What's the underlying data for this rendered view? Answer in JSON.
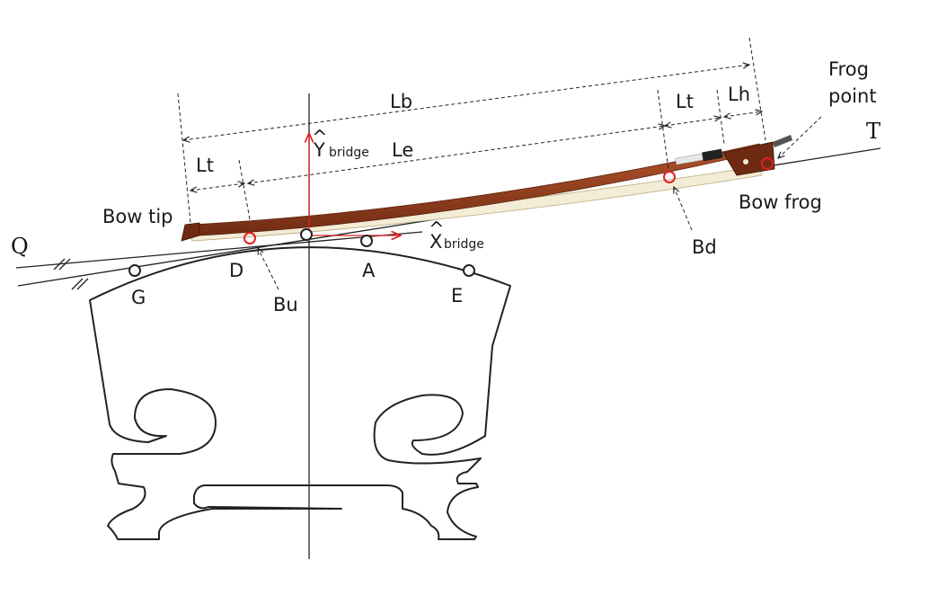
{
  "labels": {
    "lb": "Lb",
    "le": "Le",
    "lt_left": "Lt",
    "lt_right": "Lt",
    "lh": "Lh",
    "y_axis_hat": "^",
    "y_axis": "Y",
    "y_axis_sub": "bridge",
    "x_axis_hat": "^",
    "x_axis": "X",
    "x_axis_sub": "bridge",
    "bow_tip": "Bow tip",
    "bow_frog": "Bow frog",
    "frog_point_1": "Frog",
    "frog_point_2": "point",
    "bd": "Bd",
    "bu": "Bu",
    "q": "Q",
    "t": "T",
    "string_g": "G",
    "string_d": "D",
    "string_a": "A",
    "string_e": "E"
  },
  "colors": {
    "axis_red": "#e02020",
    "contact_red": "#e02020",
    "bow_wood": "#8b3a1e",
    "bow_hair": "#f3ecd6",
    "line": "#222222"
  }
}
